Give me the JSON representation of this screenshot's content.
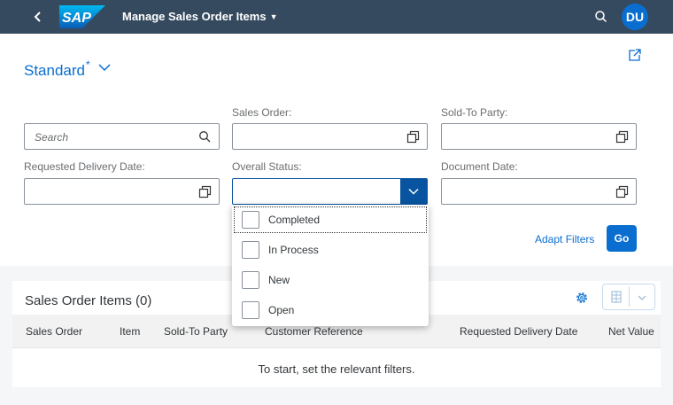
{
  "shell": {
    "title": "Manage Sales Order Items",
    "logo_text": "SAP",
    "avatar_initials": "DU"
  },
  "header": {
    "variant_name": "Standard",
    "variant_modified_mark": "*"
  },
  "filters": {
    "search_placeholder": "Search",
    "sales_order_label": "Sales Order:",
    "sold_to_party_label": "Sold-To Party:",
    "requested_delivery_date_label": "Requested Delivery Date:",
    "overall_status_label": "Overall Status:",
    "document_date_label": "Document Date:",
    "adapt_filters": "Adapt Filters",
    "go": "Go"
  },
  "status_options": [
    "Completed",
    "In Process",
    "New",
    "Open"
  ],
  "table": {
    "title": "Sales Order Items (0)",
    "columns": [
      "Sales Order",
      "Item",
      "Sold-To Party",
      "Customer Reference",
      "Requested Delivery Date",
      "Net Value"
    ],
    "empty_text": "To start, set the relevant filters."
  },
  "colors": {
    "shell_bg": "#354a5f",
    "brand_blue": "#0a6ed1",
    "dropdown_button": "#0854a0"
  }
}
